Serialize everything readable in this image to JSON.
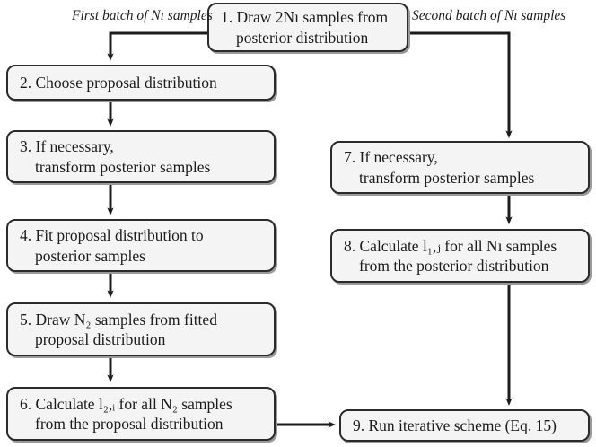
{
  "diagram": {
    "title": "Importance sampling flowchart",
    "background_color": "#ffffff",
    "node_fill": "#f4f4f4",
    "node_border": "#2b2b2b",
    "connector_color": "#1c1c1c"
  },
  "labels": {
    "left_branch": "First batch of Nı samples",
    "right_branch": "Second batch of Nı samples"
  },
  "nodes": {
    "n1": {
      "number": "1.",
      "line1": "Draw 2Nı samples from",
      "line2": "posterior distribution"
    },
    "n2": {
      "number": "2.",
      "line1": "Choose proposal distribution",
      "line2": ""
    },
    "n3": {
      "number": "3.",
      "line1": "If necessary,",
      "line2": "transform posterior samples"
    },
    "n4": {
      "number": "4.",
      "line1": "Fit proposal distribution to",
      "line2": "posterior samples"
    },
    "n5": {
      "number": "5.",
      "line1": "Draw N₂ samples from fitted",
      "line2": "proposal distribution"
    },
    "n6": {
      "number": "6.",
      "line1": "Calculate l₂,ᵢ for all N₂ samples",
      "line2": "from the proposal distribution"
    },
    "n7": {
      "number": "7.",
      "line1": "If necessary,",
      "line2": "transform posterior samples"
    },
    "n8": {
      "number": "8.",
      "line1": "Calculate l₁,ⱼ for all Nı samples",
      "line2": "from the posterior distribution"
    },
    "n9": {
      "number": "9.",
      "line1": "Run iterative scheme (Eq. 15)",
      "line2": ""
    }
  },
  "edges": [
    {
      "from": "n1",
      "to": "n2",
      "label": "First batch of Nı samples"
    },
    {
      "from": "n1",
      "to": "n7",
      "label": "Second batch of Nı samples"
    },
    {
      "from": "n2",
      "to": "n3",
      "label": ""
    },
    {
      "from": "n3",
      "to": "n4",
      "label": ""
    },
    {
      "from": "n4",
      "to": "n5",
      "label": ""
    },
    {
      "from": "n5",
      "to": "n6",
      "label": ""
    },
    {
      "from": "n6",
      "to": "n9",
      "label": ""
    },
    {
      "from": "n7",
      "to": "n8",
      "label": ""
    },
    {
      "from": "n8",
      "to": "n9",
      "label": ""
    }
  ]
}
